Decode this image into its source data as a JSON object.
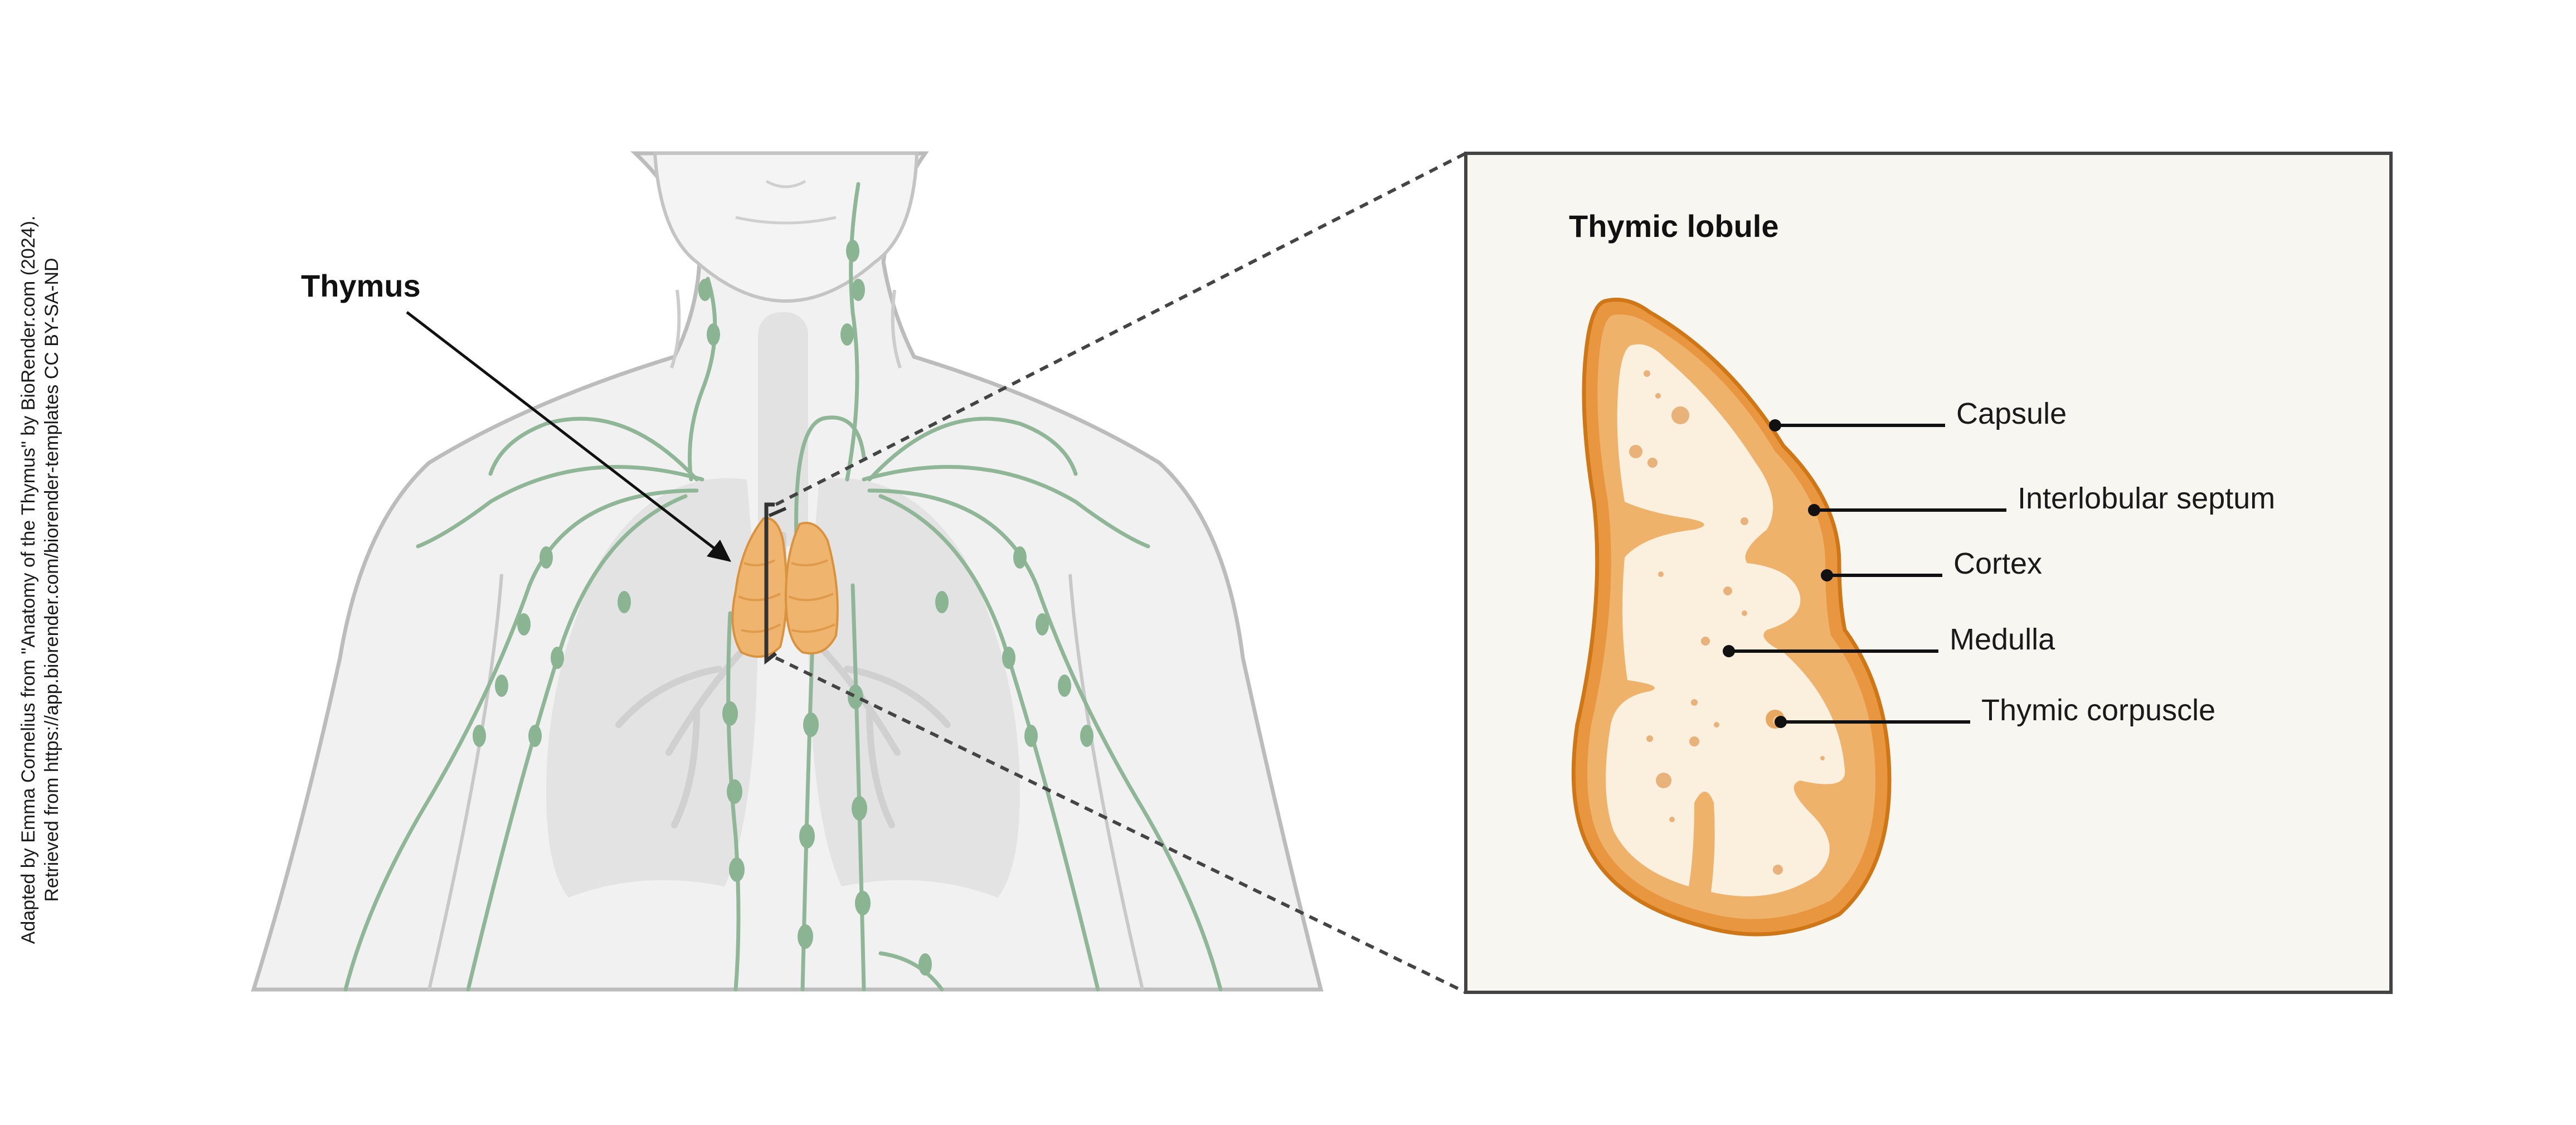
{
  "credit": {
    "line1": "Adapted by Emma Cornelius from \"Anatomy of the Thymus\" by BioRender.com (2024).",
    "line2": "Retrieved from https://app.biorender.com/biorender-templates CC BY-SA-ND"
  },
  "labels": {
    "thymus": "Thymus",
    "lobule_title": "Thymic lobule",
    "capsule": "Capsule",
    "interlobular_septum": "Interlobular septum",
    "cortex": "Cortex",
    "medulla": "Medulla",
    "thymic_corpuscle": "Thymic corpuscle"
  },
  "colors": {
    "background": "#ffffff",
    "body_fill": "#f1f1f1",
    "body_outline": "#bcbcbc",
    "lymph_vessel": "#8fb797",
    "lymph_node": "#8ab492",
    "thymus_gland": "#efb46e",
    "inset_fill": "#f8f6f0",
    "inset_border": "#444444",
    "capsule": "#e38b2c",
    "cortex": "#efb26a",
    "medulla": "#fbefde",
    "leader": "#111111"
  }
}
